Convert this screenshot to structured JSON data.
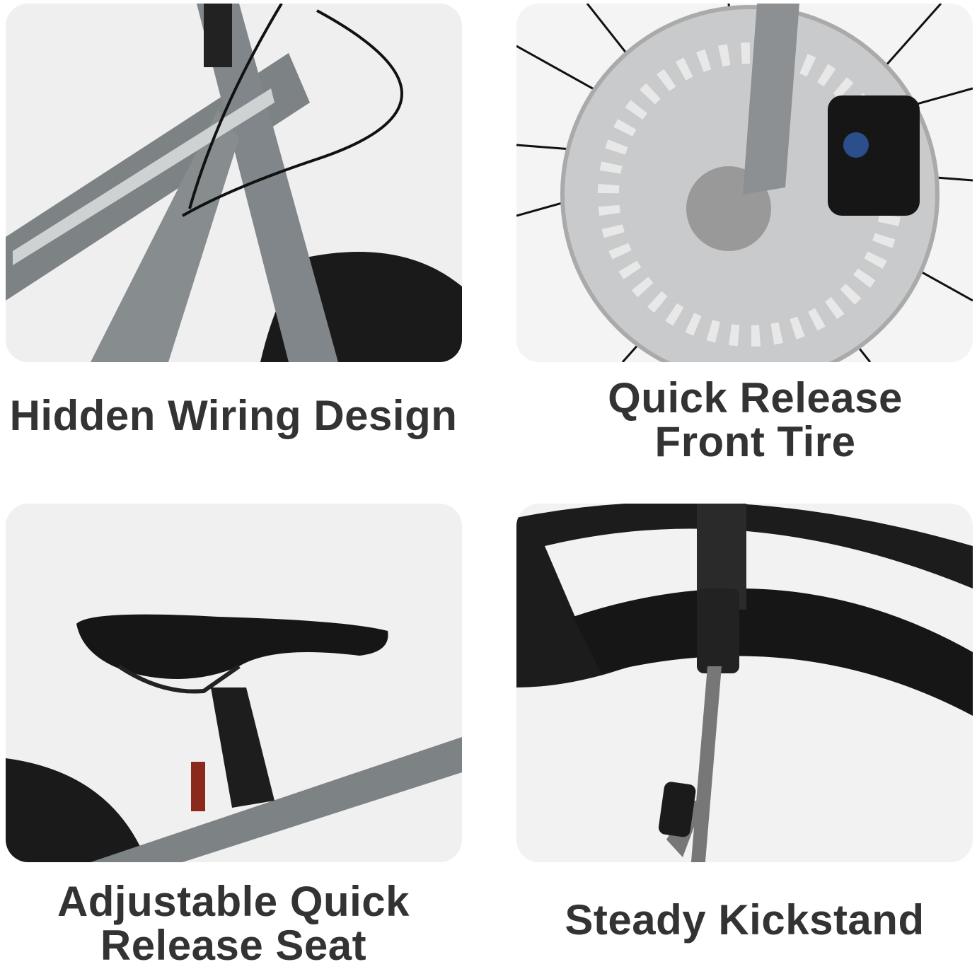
{
  "features": [
    {
      "caption_lines": [
        "Hidden Wiring Design"
      ],
      "image": "bike-frame-hidden-cables"
    },
    {
      "caption_lines": [
        "Quick Release",
        "Front Tire"
      ],
      "image": "front-disc-brake-quick-release"
    },
    {
      "caption_lines": [
        "Adjustable Quick",
        "Release Seat"
      ],
      "image": "bike-saddle-seatpost"
    },
    {
      "caption_lines": [
        "Steady Kickstand"
      ],
      "image": "rear-wheel-kickstand"
    }
  ],
  "colors": {
    "caption": "#333333",
    "frame": "#7d8285",
    "tire": "#1a1a1a"
  }
}
